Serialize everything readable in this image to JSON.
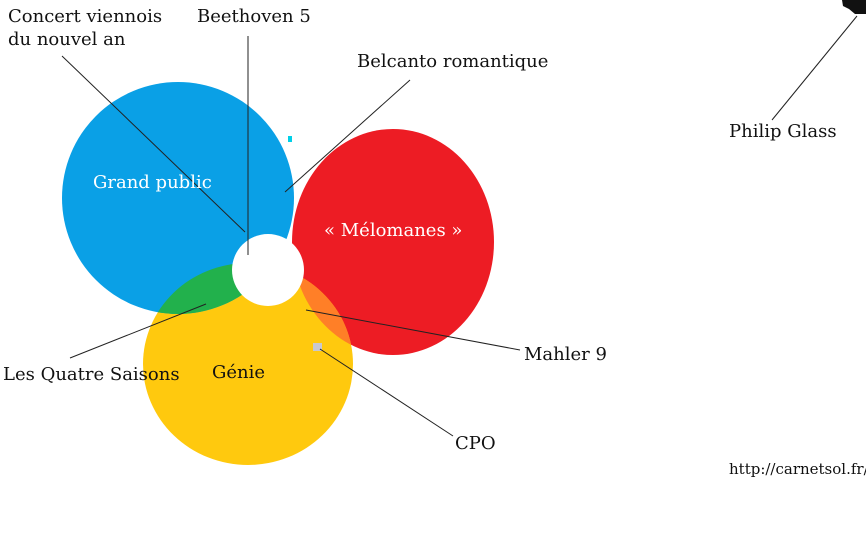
{
  "sets": {
    "grand_public": {
      "label": "Grand public",
      "color": "#0aa0e6"
    },
    "melomanes": {
      "label": "« Mélomanes »",
      "color": "#ed1c24"
    },
    "genie": {
      "label": "Génie",
      "color": "#ffc90e"
    }
  },
  "overlaps": {
    "grand_public_melomanes": {
      "label": "Belcanto romantique",
      "color": "#b5e61d"
    },
    "grand_public_genie": {
      "label": "Les Quatre Saisons",
      "color": "#22b14c"
    },
    "melomanes_genie": {
      "label": "Mahler 9",
      "color": "#ff7f27"
    },
    "all_three": {
      "label": "Beethoven 5",
      "color": "#a349a4"
    },
    "center_hole": {
      "color": "#ffffff"
    }
  },
  "annotations": {
    "concert_line1": "Concert viennois",
    "concert_line2": "du nouvel an",
    "cpo": "CPO",
    "philip_glass": "Philip Glass"
  },
  "footer": {
    "url": "http://carnetsol.fr/"
  }
}
